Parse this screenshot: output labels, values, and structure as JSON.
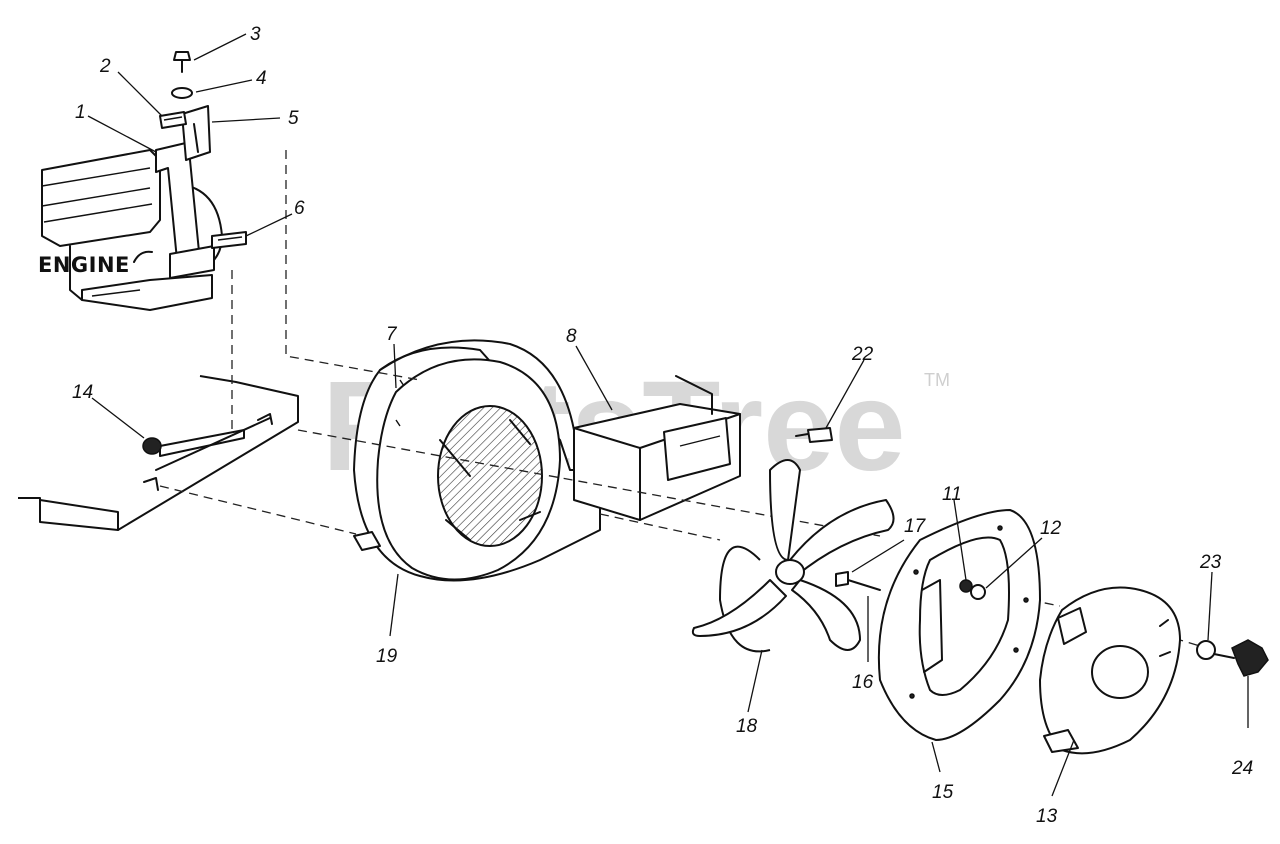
{
  "diagram": {
    "engine_label": "ENGINE",
    "watermark": "PartsTree",
    "watermark_tm": "TM",
    "callouts": [
      "1",
      "2",
      "3",
      "4",
      "5",
      "6",
      "7",
      "8",
      "11",
      "12",
      "13",
      "14",
      "15",
      "16",
      "17",
      "18",
      "19",
      "22",
      "23",
      "24"
    ]
  },
  "colors": {
    "ink": "#111111",
    "background": "#ffffff",
    "watermark": "#d2d2d2"
  }
}
